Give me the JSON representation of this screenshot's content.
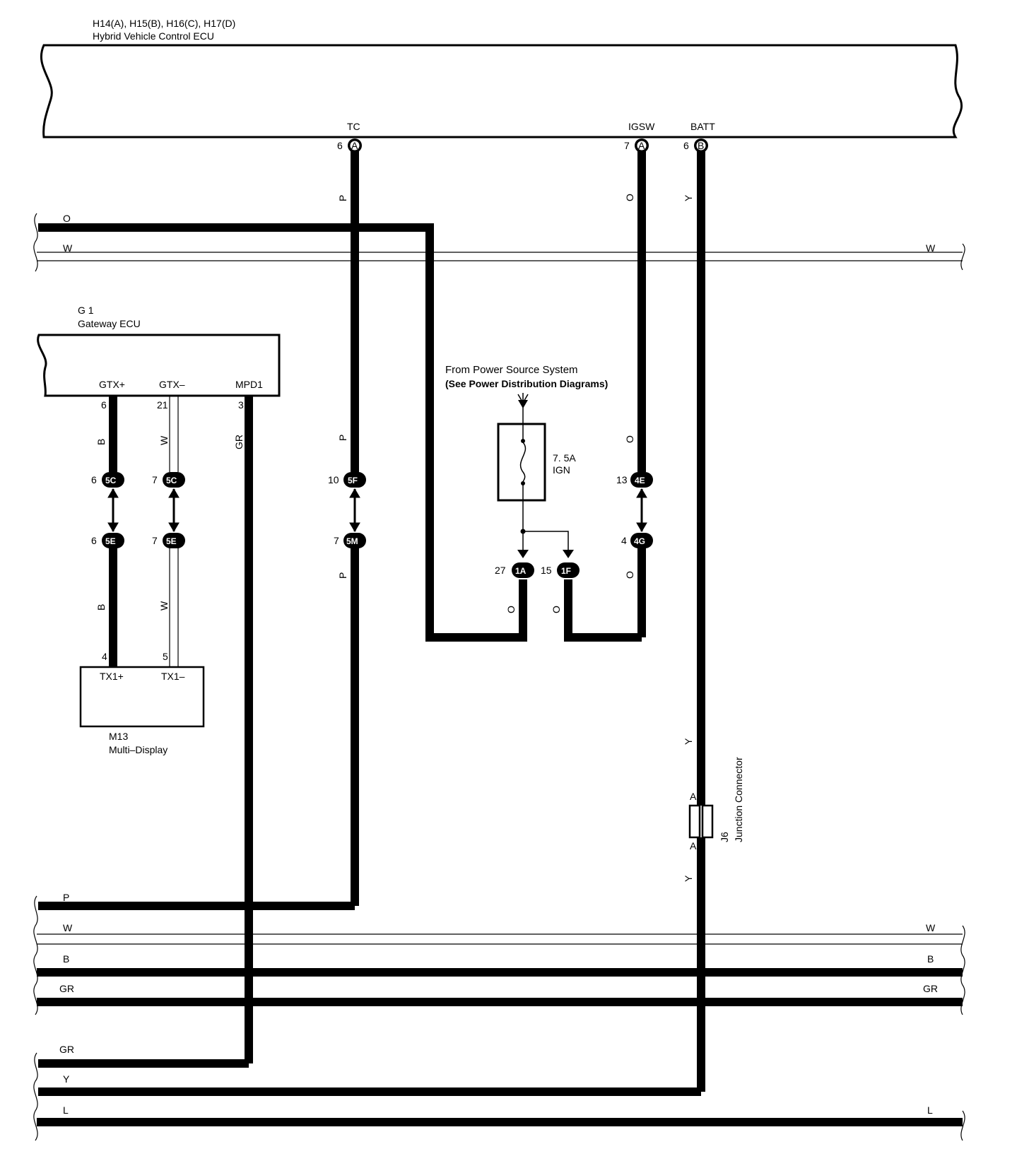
{
  "diagram": {
    "ecu_main": {
      "connectors": "H14(A), H15(B), H16(C), H17(D)",
      "name": "Hybrid Vehicle Control ECU",
      "pins": [
        {
          "label": "TC",
          "num": "6",
          "conn": "A"
        },
        {
          "label": "IGSW",
          "num": "7",
          "conn": "A"
        },
        {
          "label": "BATT",
          "num": "6",
          "conn": "B"
        }
      ]
    },
    "gateway": {
      "code": "G 1",
      "name": "Gateway ECU",
      "pins": [
        {
          "label": "GTX+",
          "num": "6"
        },
        {
          "label": "GTX–",
          "num": "21"
        },
        {
          "label": "MPD1",
          "num": "3"
        }
      ]
    },
    "multi_display": {
      "code": "M13",
      "name": "Multi–Display",
      "pins": [
        {
          "label": "TX1+",
          "num": "4"
        },
        {
          "label": "TX1–",
          "num": "5"
        }
      ]
    },
    "power_source": {
      "line1": "From Power Source System",
      "line2": "(See Power Distribution Diagrams)"
    },
    "fuse": {
      "rating": "7. 5A",
      "name": "IGN"
    },
    "junction": {
      "code": "J6",
      "name": "Junction Connector",
      "pin_top": "A",
      "pin_bottom": "A"
    },
    "connectors": [
      {
        "id": "5C_a",
        "num": "6",
        "conn": "5C"
      },
      {
        "id": "5C_b",
        "num": "7",
        "conn": "5C"
      },
      {
        "id": "5E_a",
        "num": "6",
        "conn": "5E"
      },
      {
        "id": "5E_b",
        "num": "7",
        "conn": "5E"
      },
      {
        "id": "5F",
        "num": "10",
        "conn": "5F"
      },
      {
        "id": "5M",
        "num": "7",
        "conn": "5M"
      },
      {
        "id": "4E",
        "num": "13",
        "conn": "4E"
      },
      {
        "id": "4G",
        "num": "4",
        "conn": "4G"
      },
      {
        "id": "1A",
        "num": "27",
        "conn": "1A"
      },
      {
        "id": "1F",
        "num": "15",
        "conn": "1F"
      }
    ],
    "wire_colors": {
      "tc_upper": "P",
      "tc_mid": "P",
      "tc_lower": "P",
      "igsw_upper": "O",
      "igsw_mid": "O",
      "igsw_lower": "O",
      "batt_upper": "Y",
      "batt_mid": "Y",
      "batt_lower": "Y",
      "gtx_plus_upper": "B",
      "gtx_plus_lower": "B",
      "gtx_minus_upper": "W",
      "gtx_minus_lower": "W",
      "mpd1": "GR",
      "fuse_1a": "O",
      "fuse_1f": "O"
    },
    "bus_top": [
      {
        "left": "O",
        "right": ""
      },
      {
        "left": "W",
        "right": "W"
      }
    ],
    "bus_bottom": [
      {
        "left": "P",
        "right": ""
      },
      {
        "left": "W",
        "right": "W"
      },
      {
        "left": "B",
        "right": "B"
      },
      {
        "left": "GR",
        "right": "GR"
      },
      {
        "left": "GR",
        "right": ""
      },
      {
        "left": "Y",
        "right": ""
      },
      {
        "left": "L",
        "right": "L"
      }
    ]
  }
}
